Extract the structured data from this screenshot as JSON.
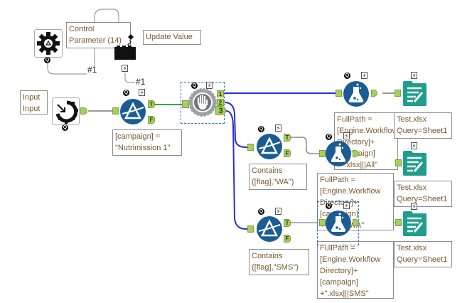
{
  "canvas": {
    "accent_tool_blue": "#1b5c93",
    "output_teal": "#1f9e8b",
    "anchor_green": "#a6cf5e",
    "connection_blue": "#2a2fd0",
    "connection_gray": "#9a9a9a",
    "connection_green": "#3aa93a"
  },
  "annotations": {
    "control_parameter": "Control\nParameter (14)",
    "update_value": "Update Value",
    "input": "Input\nInput",
    "filter1": "[campaign] =\n\"Nutrimission 1\"",
    "filter_wa": "Contains\n([flag],\"WA\")",
    "filter_sms": "Contains\n([flag],\"SMS\")",
    "formula_all": "FullPath =\n[Engine.Workflow\nDirectory]+\n[campaign]\n+\".xlsx|||All\"",
    "formula_wa": "FullPath =\n[Engine.Workflow\nDirectory]+\n[campaign]\n+\".xlsx|||WA\"",
    "formula_sms": "FullPath =\n[Engine.Workflow\nDirectory]+\n[campaign]\n+\".xlsx|||SMS\"",
    "output1": "Test.xlsx\nQuery=Sheet1",
    "output2": "Test.xlsx\nQuery=Sheet1",
    "output3": "Test.xlsx\nQuery=Sheet1"
  },
  "labels": {
    "hash1_a": "#1",
    "hash1_b": "#1",
    "anchor_t": "T",
    "anchor_f": "F",
    "block_1": "1",
    "block_2": "2",
    "block_3": "3",
    "badge_q": "Q",
    "badge_lightning": "⚡"
  }
}
